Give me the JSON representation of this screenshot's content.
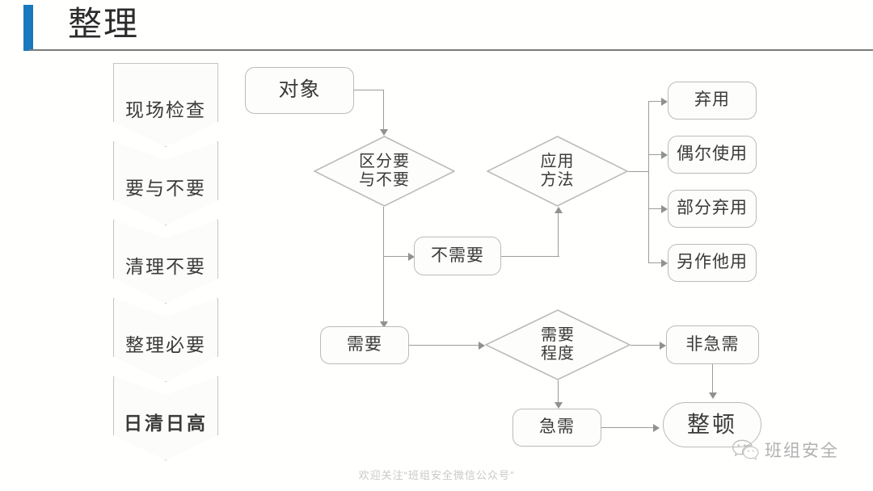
{
  "slide": {
    "title": "整理",
    "accent_color": "#1878be",
    "rule_color": "#7b7b7b",
    "node_border_color": "#b9bcbb",
    "connector_color": "#9a9d9c"
  },
  "left_column": {
    "steps": [
      {
        "label": "现场检查",
        "bold": false,
        "notched": false
      },
      {
        "label": "要与不要",
        "bold": false,
        "notched": true
      },
      {
        "label": "清理不要",
        "bold": false,
        "notched": true
      },
      {
        "label": "整理必要",
        "bold": false,
        "notched": true
      },
      {
        "label": "日清日高",
        "bold": true,
        "notched": true
      }
    ]
  },
  "flow": {
    "start": {
      "label": "对象"
    },
    "decisions": [
      {
        "id": "sort",
        "label": "区分要\n与不要"
      },
      {
        "id": "method",
        "label": "应用\n方法"
      },
      {
        "id": "degree",
        "label": "需要\n程度"
      }
    ],
    "branches": [
      {
        "id": "not-needed",
        "label": "不需要"
      },
      {
        "id": "needed",
        "label": "需要"
      }
    ],
    "outcomes": [
      {
        "label": "弃用"
      },
      {
        "label": "偶尔使用"
      },
      {
        "label": "部分弃用"
      },
      {
        "label": "另作他用"
      }
    ],
    "urgency": [
      {
        "id": "non-urgent",
        "label": "非急需"
      },
      {
        "id": "urgent",
        "label": "急需"
      }
    ],
    "result": {
      "label": "整顿"
    }
  },
  "footer": {
    "note": "欢迎关注“班组安全微信公众号”",
    "watermark": "班组安全",
    "watermark_icon": "wechat-icon"
  }
}
